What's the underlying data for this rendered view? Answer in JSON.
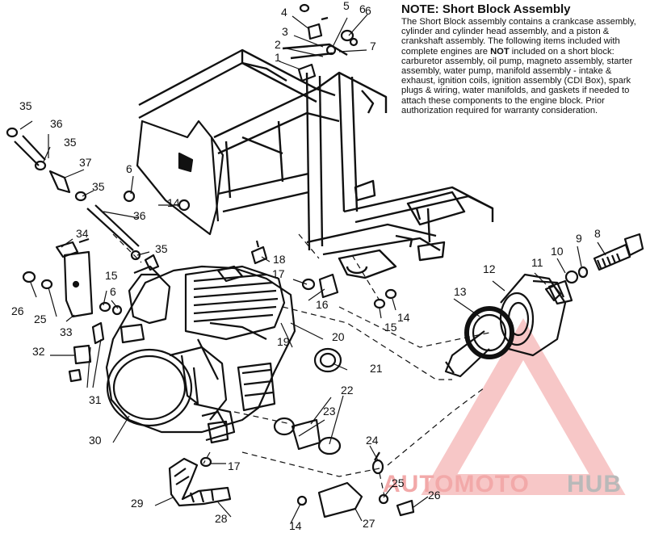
{
  "note": {
    "title": "NOTE:  Short Block Assembly",
    "body_intro": "The Short Block assembly contains a crankcase assembly, cylinder and cylinder head assembly, and a piston & crankshaft assembly.  The following items included with complete engines are ",
    "body_emphasis": "NOT",
    "body_rest": " included on a short block:  carburetor assembly, oil pump, magneto assembly, starter assembly, water pump, manifold assembly - intake & exhaust, ignition coils, ignition assembly (CDI Box), spark plugs & wiring, water manifolds, and gaskets if needed to attach these components to the engine block.  Prior authorization required for warranty consideration."
  },
  "callouts": [
    {
      "label": "1"
    },
    {
      "label": "2"
    },
    {
      "label": "3"
    },
    {
      "label": "4"
    },
    {
      "label": "5"
    },
    {
      "label": "6"
    },
    {
      "label": "7"
    },
    {
      "label": "8"
    },
    {
      "label": "9"
    },
    {
      "label": "10"
    },
    {
      "label": "11"
    },
    {
      "label": "12"
    },
    {
      "label": "13"
    },
    {
      "label": "14"
    },
    {
      "label": "14"
    },
    {
      "label": "14"
    },
    {
      "label": "15"
    },
    {
      "label": "15"
    },
    {
      "label": "16"
    },
    {
      "label": "17"
    },
    {
      "label": "17"
    },
    {
      "label": "18"
    },
    {
      "label": "19"
    },
    {
      "label": "20"
    },
    {
      "label": "21"
    },
    {
      "label": "22"
    },
    {
      "label": "23"
    },
    {
      "label": "24"
    },
    {
      "label": "25"
    },
    {
      "label": "25"
    },
    {
      "label": "26"
    },
    {
      "label": "26"
    },
    {
      "label": "27"
    },
    {
      "label": "28"
    },
    {
      "label": "29"
    },
    {
      "label": "30"
    },
    {
      "label": "31"
    },
    {
      "label": "32"
    },
    {
      "label": "33"
    },
    {
      "label": "34"
    },
    {
      "label": "35"
    },
    {
      "label": "35"
    },
    {
      "label": "35"
    },
    {
      "label": "35"
    },
    {
      "label": "36"
    },
    {
      "label": "36"
    },
    {
      "label": "37"
    },
    {
      "label": "6"
    },
    {
      "label": "6"
    },
    {
      "label": "6"
    }
  ],
  "watermark": {
    "word_part1": "AUTOMOTO",
    "word_part2": "HUB",
    "accent_color": "#f2a9a9",
    "dark_color": "#b9b9b9"
  }
}
